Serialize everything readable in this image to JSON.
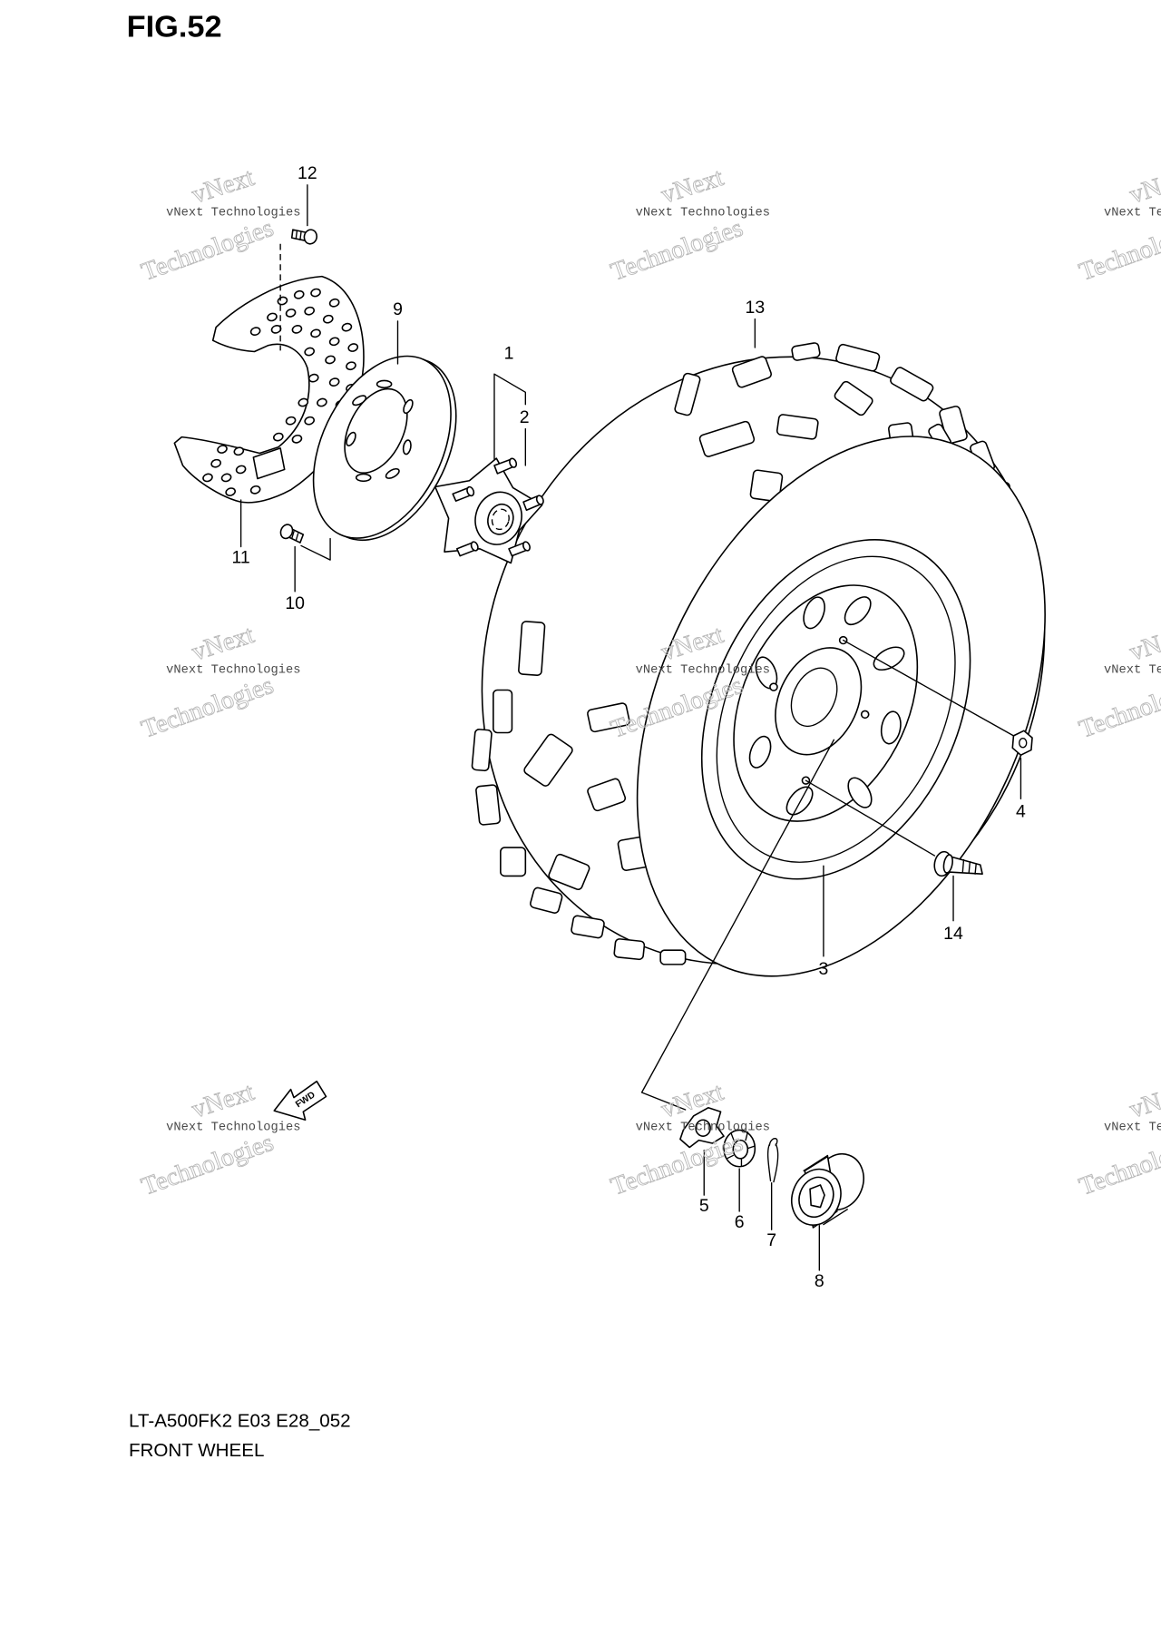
{
  "figure": {
    "label": "FIG.52"
  },
  "callouts": [
    "1",
    "2",
    "3",
    "4",
    "5",
    "6",
    "7",
    "8",
    "9",
    "10",
    "11",
    "12",
    "13",
    "14"
  ],
  "caption": {
    "model": "LT-A500FK2 E03 E28_052",
    "title": "FRONT WHEEL"
  },
  "direction_marker": {
    "text": "FWD"
  },
  "watermark": {
    "caption": "vNext Technologies",
    "large_top": "vNext",
    "large_bottom": "Technologies"
  },
  "colors": {
    "ink": "#000000",
    "background": "#ffffff",
    "watermark_outline": "#b8b8b8",
    "watermark_text": "#4a4a4a"
  }
}
